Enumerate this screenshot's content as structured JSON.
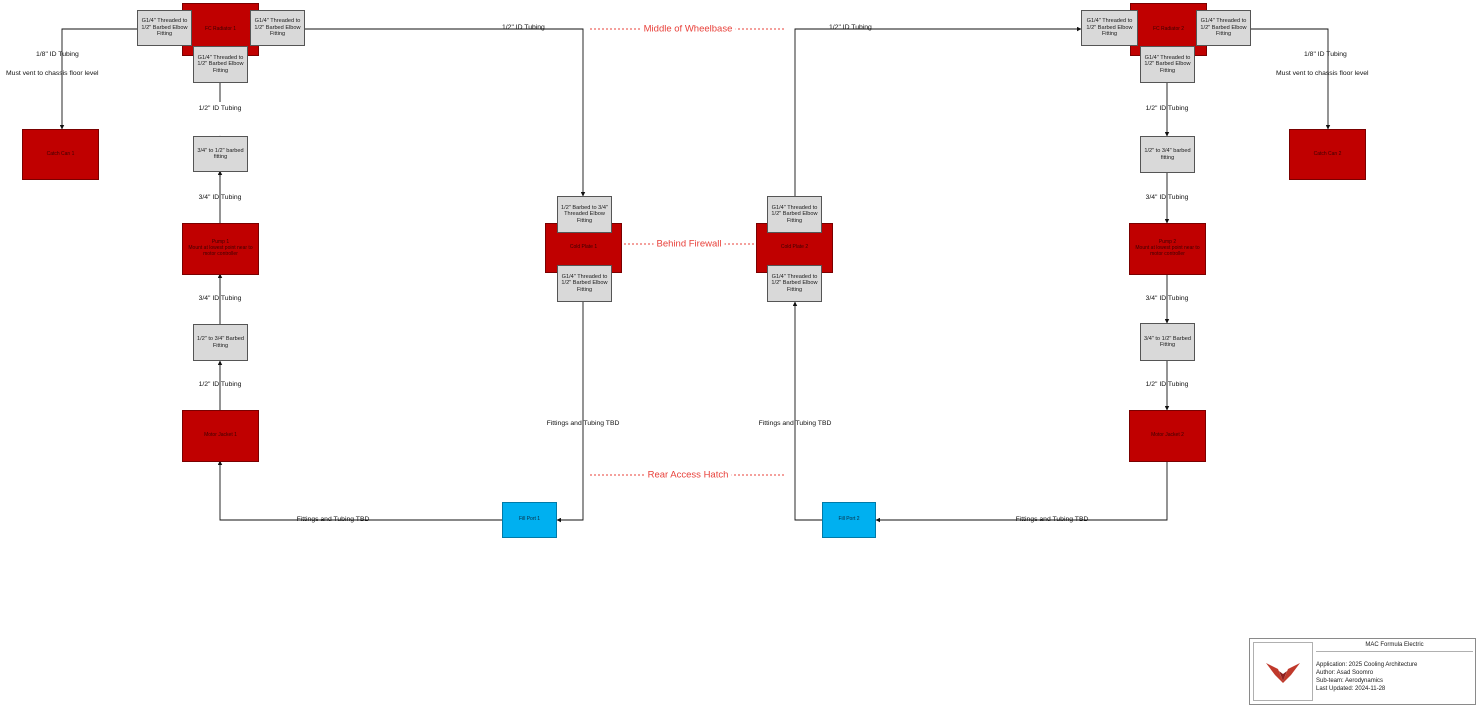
{
  "colors": {
    "component": "#c00000",
    "fitting": "#d9d9d9",
    "fill_port": "#00b0f0",
    "zone_line": "#e8403a"
  },
  "zones": {
    "middle_of_wheelbase": "Middle of Wheelbase",
    "behind_firewall": "Behind Firewall",
    "rear_access_hatch": "Rear Access Hatch"
  },
  "left_loop": {
    "radiator": "FC Radiator 1",
    "radiator_left_fitting": "G1/4\" Threaded to 1/2\" Barbed Elbow Fitting",
    "radiator_right_fitting": "G1/4\" Threaded to 1/2\" Barbed Elbow Fitting",
    "radiator_bottom_fitting": "G1/4\" Threaded to 1/2\" Barbed Elbow Fitting",
    "vent_tubing": "1/8\" ID Tubing",
    "vent_note": "Must vent to chassis floor level",
    "catch_can": "Catch Can 1",
    "tubing_after_radiator": "1/2\" ID Tubing",
    "reducer_top": "3/4\" to 1/2\" barbed fitting",
    "tubing_above_pump": "3/4\" ID Tubing",
    "pump": "Pump 1",
    "pump_note": "Mount at lowest point near to motor controller",
    "tubing_below_pump": "3/4\" ID Tubing",
    "reducer_bottom": "1/2\" to 3/4\" Barbed Fitting",
    "tubing_above_motor": "1/2\" ID Tubing",
    "motor_jacket": "Motor Jacket 1",
    "bottom_run": "Fittings and Tubing TBD",
    "fill_port": "Fill Port 1",
    "riser_tubing": "Fittings and Tubing TBD",
    "top_run_tubing": "1/2\" ID Tubing",
    "cold_plate": "Cold Plate 1",
    "cold_plate_top_fitting": "1/2\" Barbed to 3/4\" Threaded Elbow Fitting",
    "cold_plate_bottom_fitting": "G1/4\" Threaded to 1/2\" Barbed Elbow Fitting"
  },
  "right_loop": {
    "radiator": "FC Radiator 2",
    "radiator_left_fitting": "G1/4\" Threaded to 1/2\" Barbed Elbow Fitting",
    "radiator_right_fitting": "G1/4\" Threaded to 1/2\" Barbed Elbow Fitting",
    "radiator_bottom_fitting": "G1/4\" Threaded to 1/2\" Barbed Elbow Fitting",
    "vent_tubing": "1/8\" ID Tubing",
    "vent_note": "Must vent to chassis floor level",
    "catch_can": "Catch Can 2",
    "tubing_after_radiator": "1/2\" ID Tubing",
    "reducer_top": "1/2\" to 3/4\" barbed fitting",
    "tubing_above_pump": "3/4\" ID Tubing",
    "pump": "Pump 2",
    "pump_note": "Mount at lowest point near to motor controller",
    "tubing_below_pump": "3/4\" ID Tubing",
    "reducer_bottom": "3/4\" to 1/2\" Barbed Fitting",
    "tubing_above_motor": "1/2\" ID Tubing",
    "motor_jacket": "Motor Jacket 2",
    "bottom_run": "Fittings and Tubing TBD",
    "fill_port": "Fill Port 2",
    "riser_tubing": "Fittings and Tubing TBD",
    "top_run_tubing": "1/2\" ID Tubing",
    "cold_plate": "Cold Plate 2",
    "cold_plate_top_fitting": "G1/4\" Threaded to 1/2\" Barbed Elbow Fitting",
    "cold_plate_bottom_fitting": "G1/4\" Threaded to 1/2\" Barbed Elbow Fitting"
  },
  "title_block": {
    "organization": "MAC Formula Electric",
    "application": "Application: 2025 Cooling Architecture",
    "author": "Author: Asad Soomro",
    "subteam": "Sub-team: Aerodynamics",
    "last_updated": "Last Updated: 2024-11-28"
  }
}
